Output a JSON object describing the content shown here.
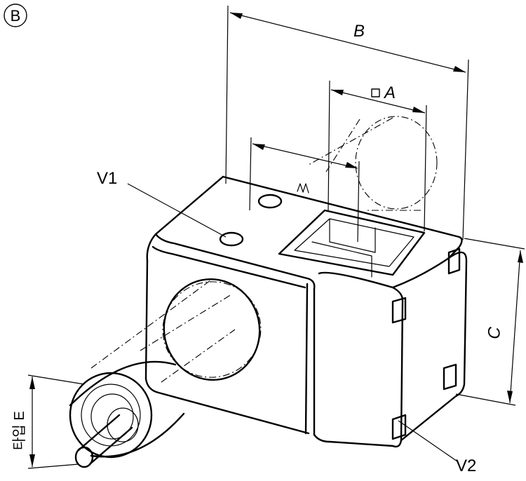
{
  "figure": {
    "badge_letter": "B",
    "labels": {
      "dim_b": "B",
      "dim_a": "A",
      "dim_c": "C",
      "dim_e": "타입 E",
      "v1": "V1",
      "v2": "V2"
    }
  }
}
